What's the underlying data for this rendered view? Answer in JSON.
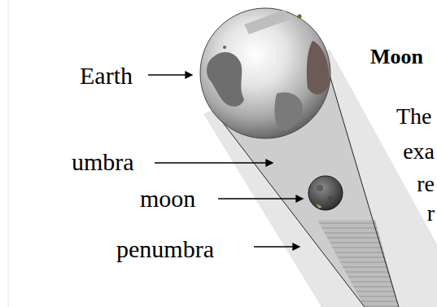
{
  "diagram": {
    "title": "Moon",
    "labels": [
      "Earth",
      "umbra",
      "moon",
      "penumbra",
      "The",
      "exa",
      "re",
      "r"
    ]
  }
}
